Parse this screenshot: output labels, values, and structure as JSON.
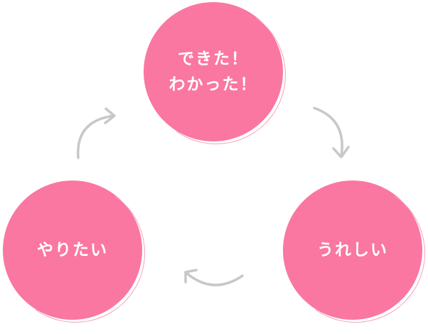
{
  "nodes": {
    "top": {
      "label": "できた！\nわかった！"
    },
    "right": {
      "label": "うれしい"
    },
    "left": {
      "label": "やりたい"
    }
  },
  "colors": {
    "circle": "#fa77a2",
    "circle_outline": "#f2a3bd",
    "arrow": "#c8c8c8",
    "text": "#ffffff"
  }
}
